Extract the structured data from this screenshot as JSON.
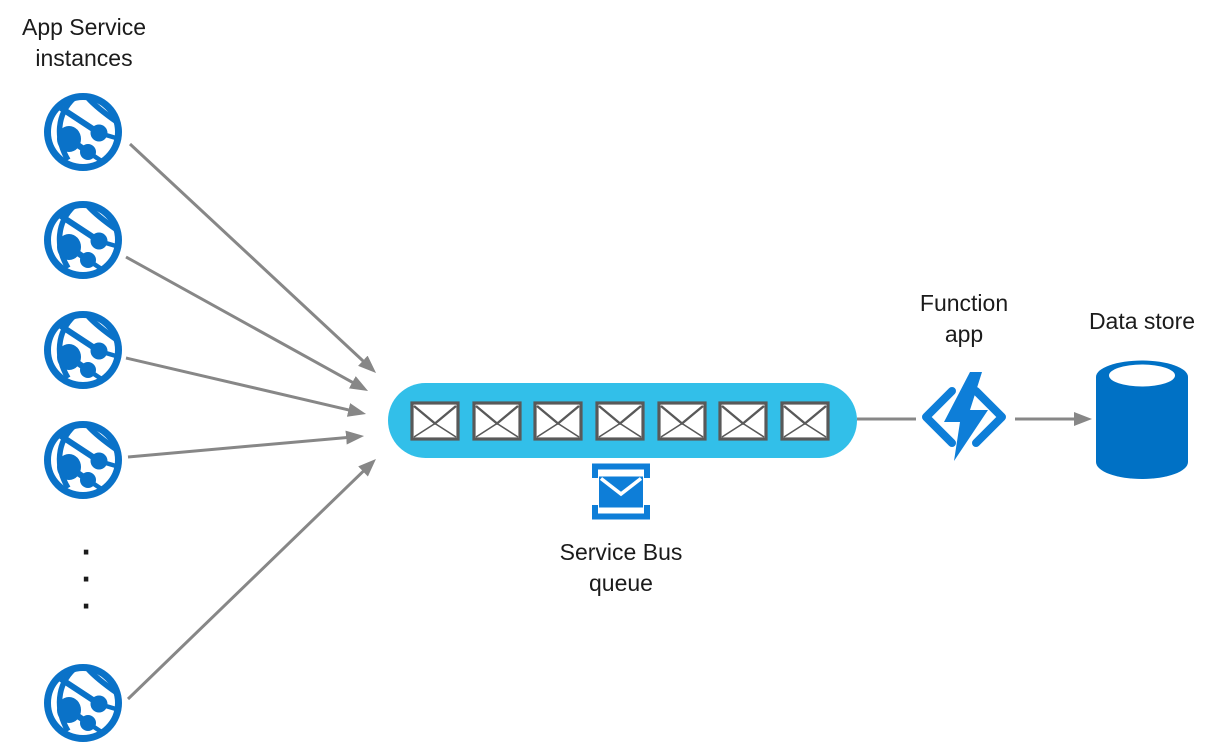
{
  "app_service": {
    "label_line1": "App Service",
    "label_line2": "instances",
    "instance_count": 5,
    "ellipsis_dot": "·"
  },
  "service_bus": {
    "label_line1": "Service Bus",
    "label_line2": "queue",
    "message_count": 7
  },
  "function_app": {
    "label_line1": "Function",
    "label_line2": "app"
  },
  "data_store": {
    "label": "Data store"
  },
  "connections": [
    {
      "from": "app-service-instances",
      "to": "service-bus-queue",
      "count": 5,
      "arrowhead": true
    },
    {
      "from": "service-bus-queue",
      "to": "function-app",
      "count": 1,
      "arrowhead": false
    },
    {
      "from": "function-app",
      "to": "data-store",
      "count": 1,
      "arrowhead": true
    }
  ],
  "icons": {
    "app_service": "globe-network-icon",
    "queue_message": "envelope-icon",
    "service_bus_queue": "bracketed-envelope-icon",
    "function_app": "code-brackets-lightning-icon",
    "data_store": "database-cylinder-icon"
  },
  "colors": {
    "azure_blue": "#0A72C8",
    "service_icon_blue": "#0E7ED8",
    "cylinder_blue": "#0071C5",
    "queue_cyan": "#32BFE9",
    "arrow_gray": "#878787",
    "envelope_border_gray": "#595959",
    "text": "#1B1B1B"
  }
}
